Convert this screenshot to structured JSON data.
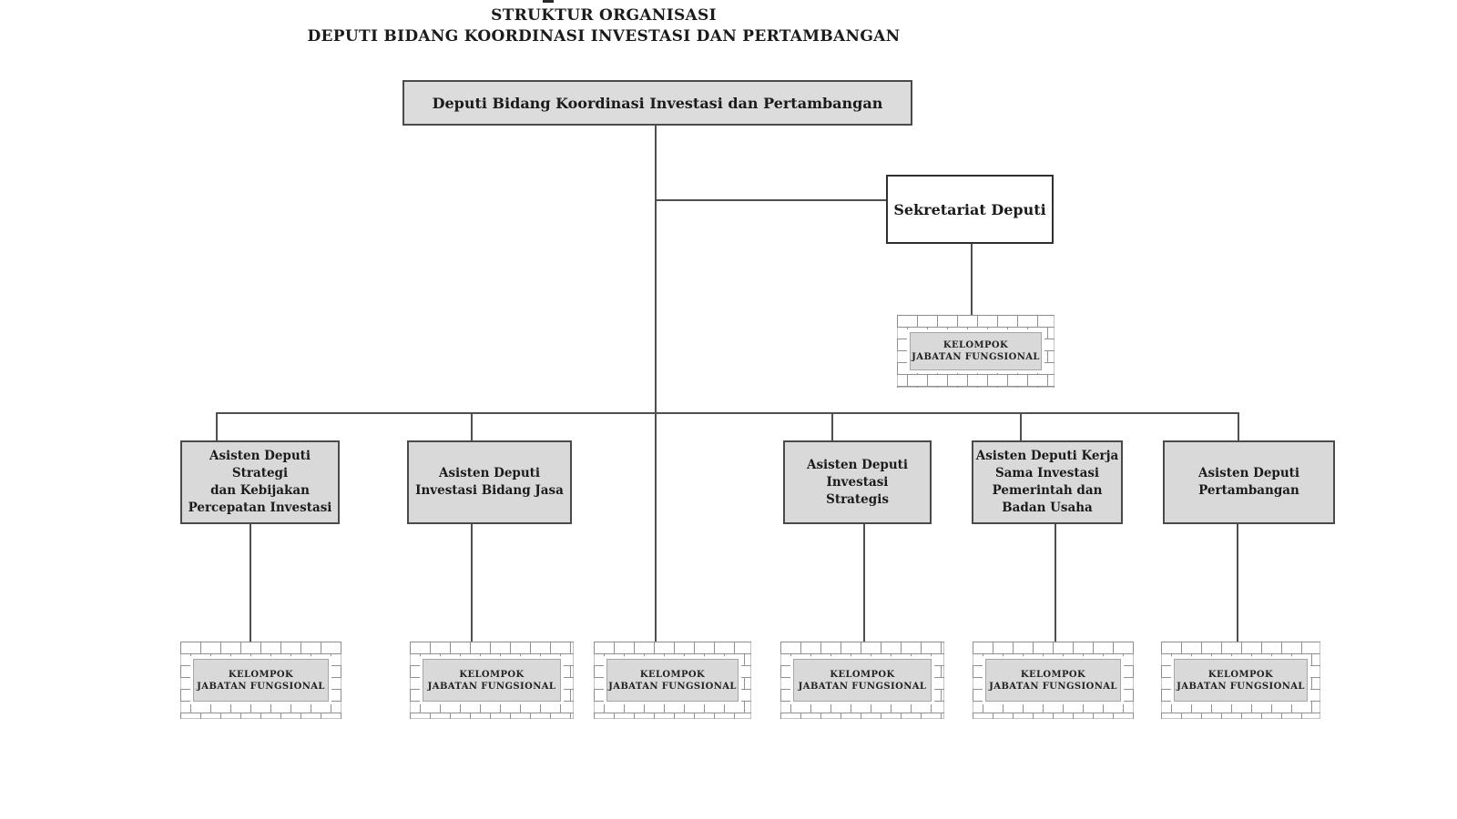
{
  "title": {
    "line1": "STRUKTUR ORGANISASI",
    "line2": "DEPUTI BIDANG KOORDINASI INVESTASI DAN PERTAMBANGAN"
  },
  "org": {
    "root": "Deputi Bidang Koordinasi Investasi dan Pertambangan",
    "secretariat": "Sekretariat Deputi",
    "functional_group": "KELOMPOK\nJABATAN FUNGSIONAL",
    "assistants": [
      "Asisten Deputi Strategi\ndan Kebijakan\nPercepatan Investasi",
      "Asisten Deputi\nInvestasi Bidang Jasa",
      "Asisten Deputi\nInvestasi\nStrategis",
      "Asisten Deputi  Kerja\nSama Investasi\nPemerintah dan\nBadan Usaha",
      "Asisten Deputi\nPertambangan"
    ]
  },
  "colors": {
    "box_fill": "#dcdcdc",
    "box_border": "#4a4a4a",
    "connector_line": "#4f4f4f",
    "grid_line": "#909090",
    "text": "#1b1b1b",
    "background": "#ffffff"
  }
}
